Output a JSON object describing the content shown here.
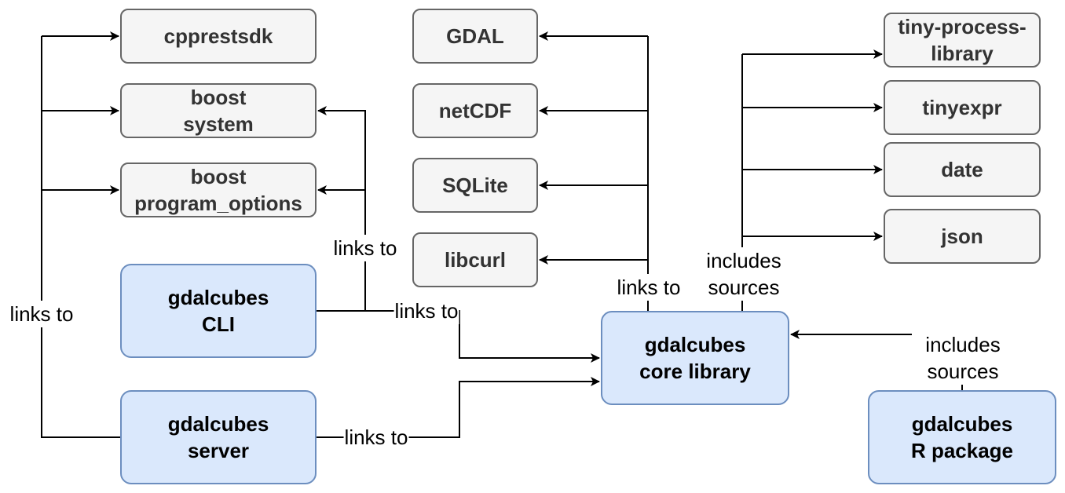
{
  "nodes": {
    "cpprestsdk": "cpprestsdk",
    "boost_system": "boost\nsystem",
    "boost_program_options": "boost\nprogram_options",
    "gdal": "GDAL",
    "netcdf": "netCDF",
    "sqlite": "SQLite",
    "libcurl": "libcurl",
    "tiny_process_library": "tiny-process-\nlibrary",
    "tinyexpr": "tinyexpr",
    "date": "date",
    "json": "json",
    "gdalcubes_cli": "gdalcubes\nCLI",
    "gdalcubes_server": "gdalcubes\nserver",
    "gdalcubes_core": "gdalcubes\ncore library",
    "gdalcubes_r": "gdalcubes\nR package"
  },
  "edge_labels": {
    "server_links_left": "links to",
    "cli_links_boost": "links to",
    "cli_links_core": "links to",
    "server_links_core": "links to",
    "core_links_deps": "links to",
    "core_includes_sources": "includes\nsources",
    "r_includes_sources": "includes sources"
  },
  "colors": {
    "dependency_fill": "#f5f5f5",
    "dependency_stroke": "#666666",
    "component_fill": "#dae8fc",
    "component_stroke": "#6c8ebf",
    "edge": "#000000"
  }
}
